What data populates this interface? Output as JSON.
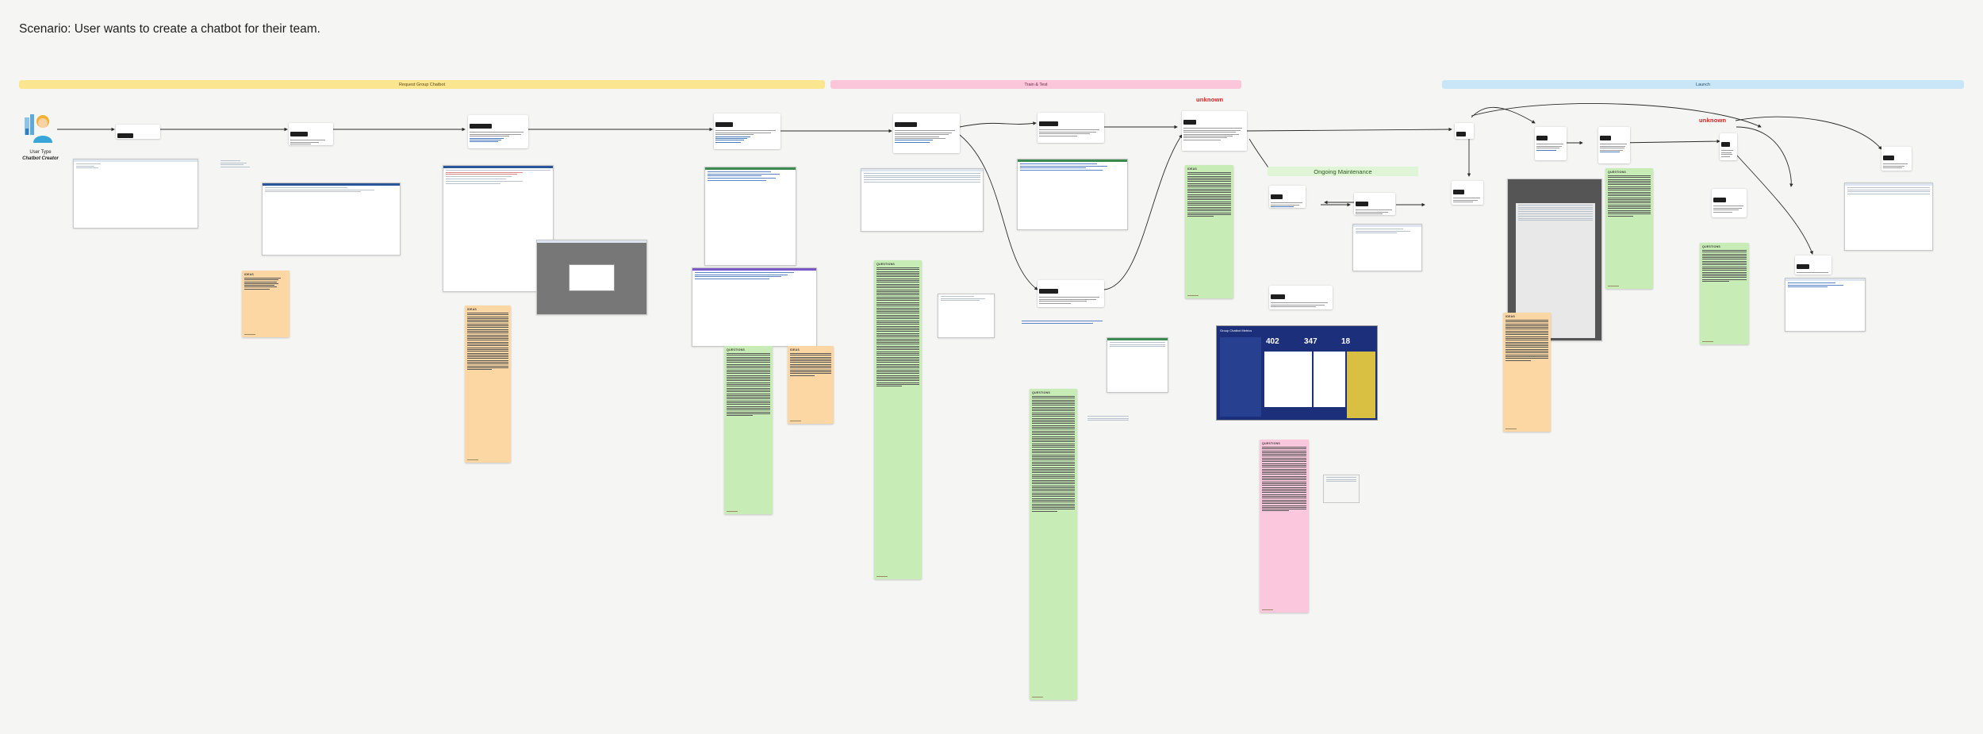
{
  "title": "Scenario: User wants to create a chatbot for their team.",
  "phases": {
    "request": "Request Group Chatbot",
    "train": "Train & Test",
    "launch": "Launch"
  },
  "persona": {
    "user_type_label": "User Type",
    "user_type_value": "Chatbot Creator",
    "avatar_icon": "person-with-chart-icon"
  },
  "unknown_labels": [
    "unknown",
    "unknown"
  ],
  "ongoing_maintenance": "Ongoing Maintenance",
  "sticky_labels": {
    "ideas": "IDEAS",
    "questions": "QUESTIONS"
  },
  "dashboard": {
    "title": "Group Chatbot Metrics",
    "metrics": [
      "402",
      "347",
      "18"
    ]
  },
  "colors": {
    "request": "#fbe58f",
    "train": "#fbc6d9",
    "launch": "#c9e6f8",
    "ideas": "#fdd7a3",
    "questions": "#c8ecb5",
    "pink_note": "#fbc7dc",
    "unknown": "#e21b1b"
  }
}
